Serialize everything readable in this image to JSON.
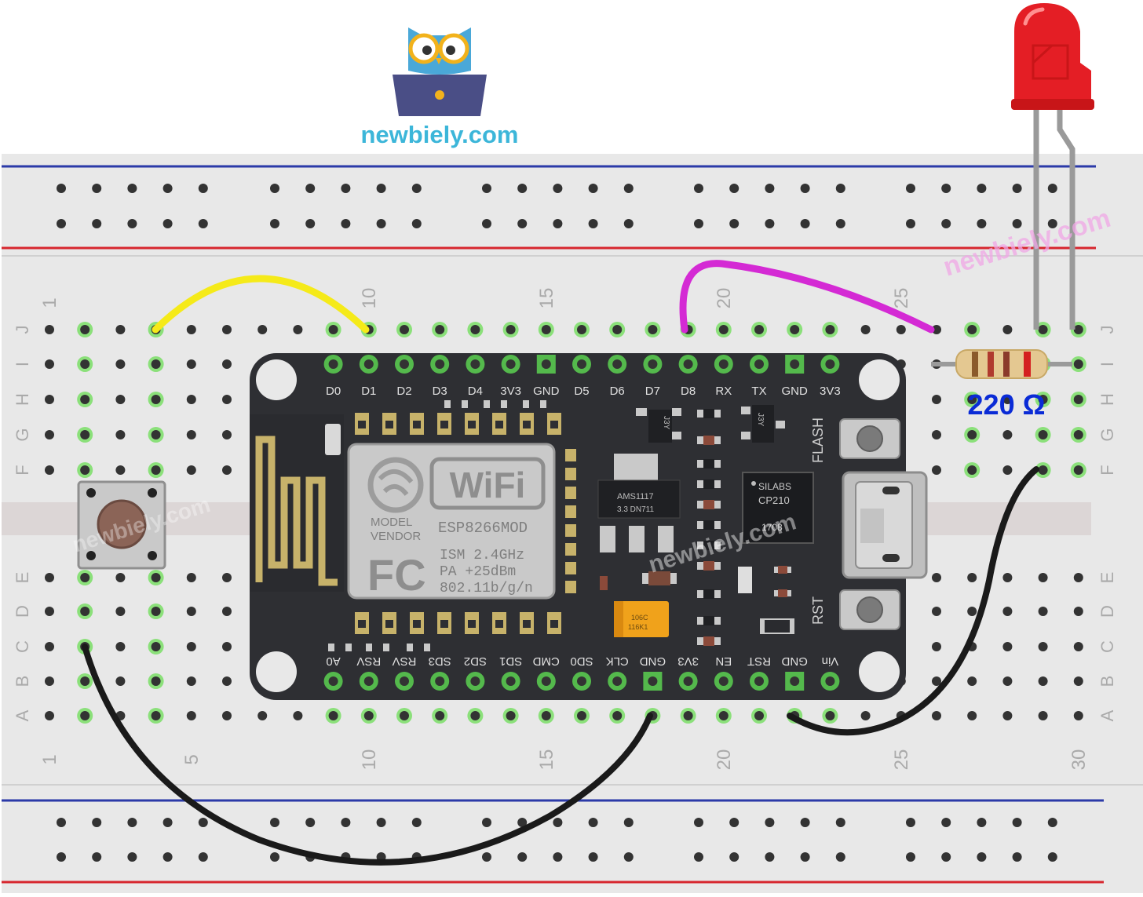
{
  "brand": {
    "site": "newbiely.com",
    "watermark": "newbiely.com",
    "colors": {
      "brand_blue": "#3cb6d9",
      "owl_body": "#4aa8d8",
      "laptop": "#4a4e86",
      "watermark": "#f0a7e6"
    }
  },
  "breadboard": {
    "column_labels": [
      "1",
      "5",
      "10",
      "15",
      "20",
      "25",
      "30"
    ],
    "row_labels_top": [
      "J",
      "I",
      "H",
      "G",
      "F"
    ],
    "row_labels_bottom": [
      "E",
      "D",
      "C",
      "B",
      "A"
    ],
    "colors": {
      "board": "#e8e8e8",
      "rail_red": "#d7262e",
      "rail_blue": "#2b3aa8",
      "hole": "#333333",
      "hole_active": "#8be07a"
    }
  },
  "board": {
    "top_pins": [
      "D0",
      "D1",
      "D2",
      "D3",
      "D4",
      "3V3",
      "GND",
      "D5",
      "D6",
      "D7",
      "D8",
      "RX",
      "TX",
      "GND",
      "3V3"
    ],
    "bottom_pins": [
      "A0",
      "RSV",
      "RSV",
      "SD3",
      "SD2",
      "SD1",
      "CMD",
      "SD0",
      "CLK",
      "GND",
      "3V3",
      "EN",
      "RST",
      "GND",
      "Vin"
    ],
    "module": {
      "wifi": "WiFi",
      "model": "MODEL",
      "vendor": "VENDOR",
      "name": "ESP8266MOD",
      "ism": "ISM 2.4GHz",
      "pa": "PA  +25dBm",
      "std": "802.11b/g/n",
      "fc": "FC"
    },
    "regulator": {
      "line1": "AMS1117",
      "line2": "3.3  DN711"
    },
    "usb_chip": {
      "line1": "SILABS",
      "line2": "CP210",
      "line3": "1708"
    },
    "cap": {
      "line1": "106C",
      "line2": "116K1"
    },
    "buttons": {
      "flash": "FLASH",
      "rst": "RST"
    },
    "j3y": "J3Y",
    "colors": {
      "pcb": "#2e2f33",
      "pin_green": "#54b94c",
      "shield": "#c9c9c9"
    }
  },
  "resistor": {
    "label": "220 Ω",
    "label_color": "#0a2bd6"
  },
  "wires": {
    "yellow": "#f5ea19",
    "magenta": "#d42ad4",
    "black": "#1a1a1a"
  },
  "led": {
    "color": "#e41e25"
  }
}
